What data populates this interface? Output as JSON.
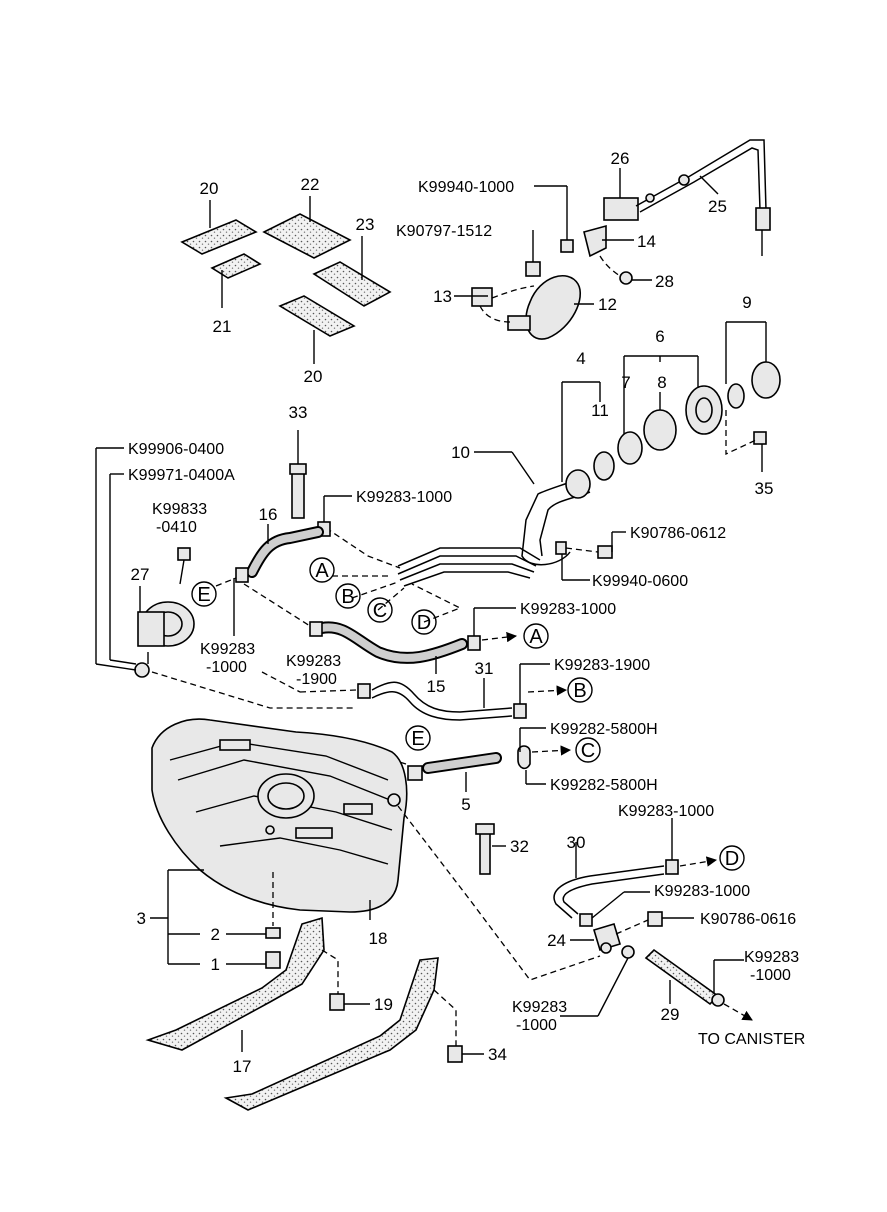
{
  "labels": {
    "p1": "1",
    "p2": "2",
    "p3": "3",
    "p4": "4",
    "p5": "5",
    "p6": "6",
    "p7": "7",
    "p8": "8",
    "p9": "9",
    "p10": "10",
    "p11": "11",
    "p12": "12",
    "p13": "13",
    "p14": "14",
    "p15": "15",
    "p16": "16",
    "p17": "17",
    "p18": "18",
    "p19": "19",
    "p20": "20",
    "p21": "21",
    "p22": "22",
    "p23": "23",
    "p24": "24",
    "p25": "25",
    "p26": "26",
    "p27": "27",
    "p28": "28",
    "p29": "29",
    "p30": "30",
    "p31": "31",
    "p32": "32",
    "p33": "33",
    "p34": "34",
    "p35": "35"
  },
  "codes": {
    "k99940_1000": "K99940-1000",
    "k90797_1512": "K90797-1512",
    "k99906_0400": "K99906-0400",
    "k99971_0400a": "K99971-0400A",
    "k99833_line1": "K99833",
    "k99833_line2": "-0410",
    "k99283_1000_a": "K99283-1000",
    "k90786_0612": "K90786-0612",
    "k99940_0600": "K99940-0600",
    "k99283_1000_b": "K99283-1000",
    "k99283_left_line1": "K99283",
    "k99283_left_line2": "-1000",
    "k99283_1900_left_line1": "K99283",
    "k99283_1900_left_line2": "-1900",
    "k99283_1900": "K99283-1900",
    "k99282_5800h_a": "K99282-5800H",
    "k99282_5800h_b": "K99282-5800H",
    "k99283_1000_c": "K99283-1000",
    "k99283_1000_d": "K99283-1000",
    "k90786_0616": "K90786-0616",
    "k99283_right_line1": "K99283",
    "k99283_right_line2": "-1000",
    "k99283_bottom_line1": "K99283",
    "k99283_bottom_line2": "-1000",
    "to_canister": "TO CANISTER"
  },
  "connectors": {
    "a": "A",
    "b": "B",
    "c": "C",
    "d": "D",
    "e": "E"
  }
}
